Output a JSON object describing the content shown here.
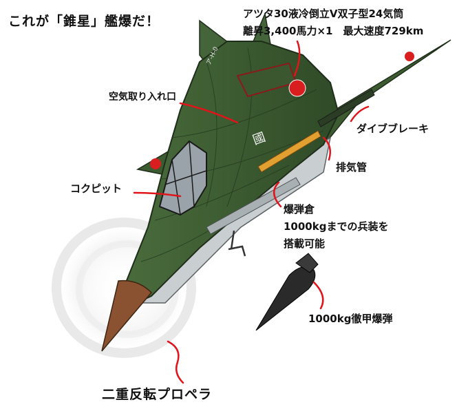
{
  "title": "これが「錐星」艦爆だ！",
  "specs": {
    "engine": "アツタ30液冷倒立V双子型24気筒",
    "power_speed": "離昇3,400馬力×1　最大速度729km"
  },
  "labels": {
    "air_intake": "空気取り入れ口",
    "dive_brake": "ダイブブレーキ",
    "exhaust": "排気管",
    "cockpit": "コクピット",
    "bomb_bay_1": "爆弾倉",
    "bomb_bay_2": "1000kgまでの兵装を",
    "bomb_bay_3": "搭載可能",
    "bomb": "1000kg徹甲爆弾",
    "propeller": "二重反転プロペラ"
  },
  "aircraft_markings": {
    "tail_code": "ア-H-0",
    "fuselage_kanji": "國"
  },
  "colors": {
    "body_green": "#3f5e33",
    "body_dark": "#2e4826",
    "belly_gray": "#c9ced0",
    "hinomaru": "#d81e1e",
    "nose_brown": "#8a5230",
    "pointer_red": "#e0141a",
    "exhaust_orange": "#e2a030",
    "bomb_black": "#2a2a2a"
  }
}
